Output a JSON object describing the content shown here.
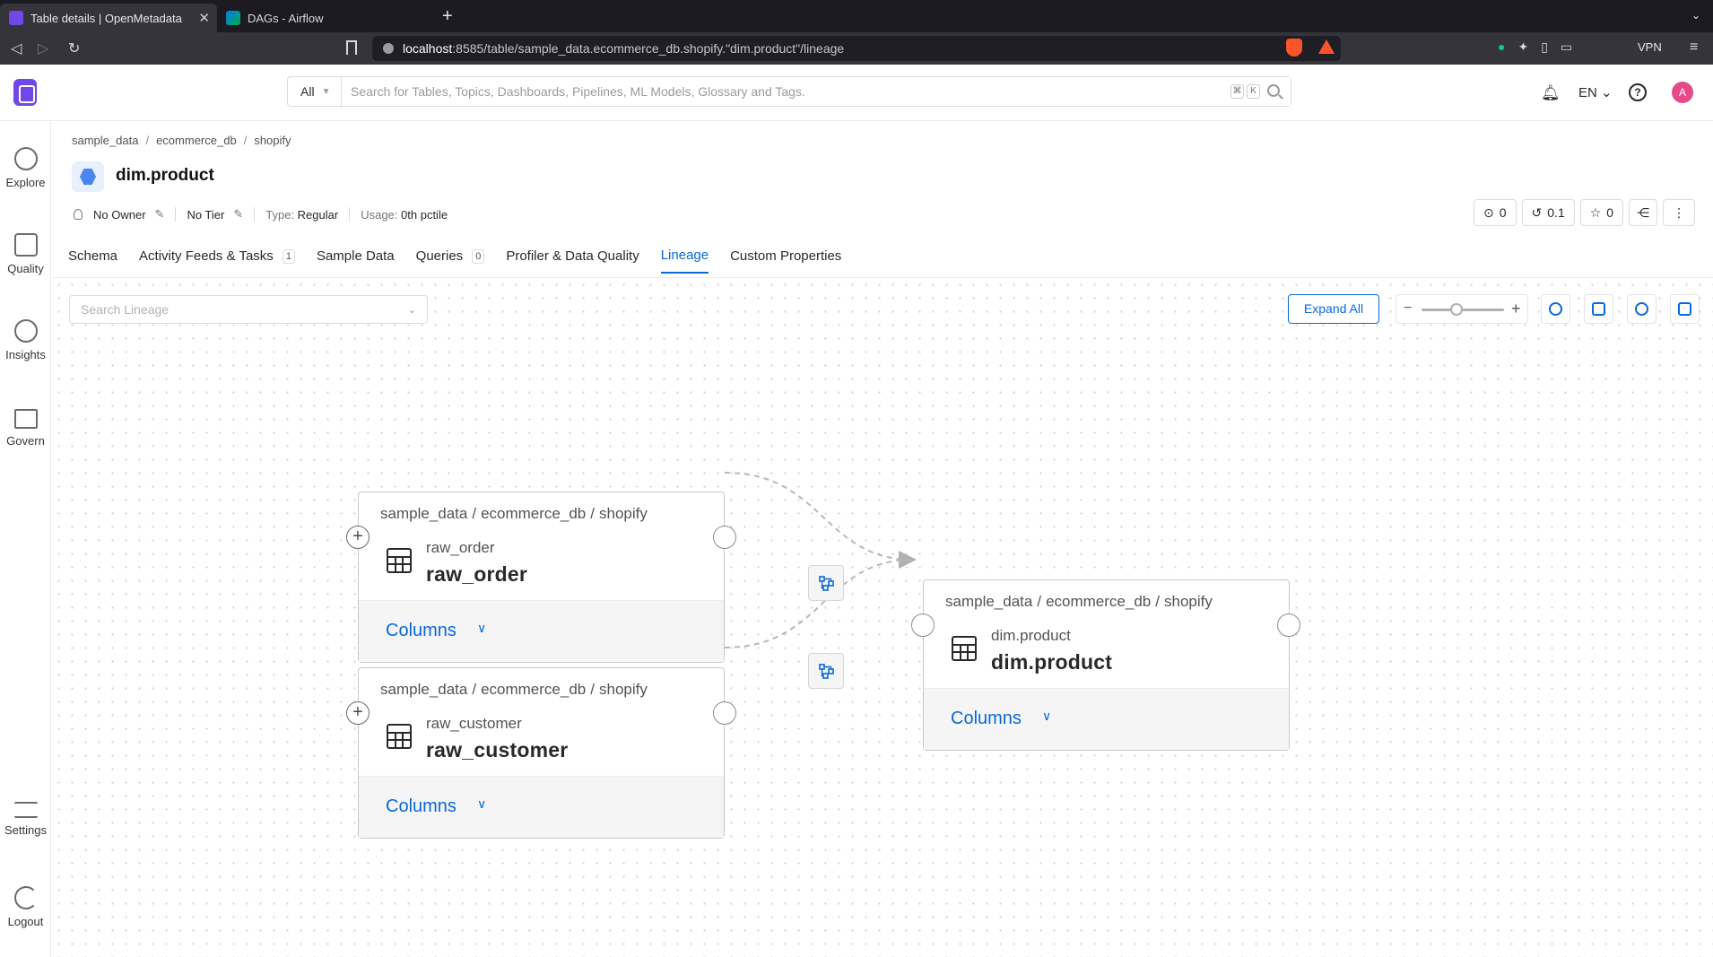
{
  "browser": {
    "tabs": [
      {
        "title": "Table details | OpenMetadata",
        "active": true
      },
      {
        "title": "DAGs - Airflow",
        "active": false
      }
    ],
    "url_host": "localhost",
    "url_rest": ":8585/table/sample_data.ecommerce_db.shopify.\"dim.product\"/lineage",
    "vpn_label": "VPN"
  },
  "header": {
    "search_filter": "All",
    "search_placeholder": "Search for Tables, Topics, Dashboards, Pipelines, ML Models, Glossary and Tags.",
    "shortcut_keys": [
      "⌘",
      "K"
    ],
    "language": "EN",
    "avatar_initial": "A"
  },
  "leftnav": {
    "items": [
      {
        "label": "Explore",
        "icon": "explore-icon"
      },
      {
        "label": "Quality",
        "icon": "quality-icon"
      },
      {
        "label": "Insights",
        "icon": "insights-icon"
      },
      {
        "label": "Govern",
        "icon": "govern-icon"
      },
      {
        "label": "Settings",
        "icon": "settings-icon"
      },
      {
        "label": "Logout",
        "icon": "logout-icon"
      }
    ]
  },
  "entity": {
    "breadcrumb": [
      "sample_data",
      "ecommerce_db",
      "shopify"
    ],
    "title": "dim.product",
    "owner": "No Owner",
    "tier": "No Tier",
    "type_label": "Type:",
    "type_value": "Regular",
    "usage_label": "Usage:",
    "usage_value": "0th pctile",
    "actions": {
      "tasks": "0",
      "version": "0.1",
      "stars": "0"
    }
  },
  "tabs": [
    {
      "label": "Schema",
      "count": null
    },
    {
      "label": "Activity Feeds & Tasks",
      "count": "1"
    },
    {
      "label": "Sample Data",
      "count": null
    },
    {
      "label": "Queries",
      "count": "0"
    },
    {
      "label": "Profiler & Data Quality",
      "count": null
    },
    {
      "label": "Lineage",
      "count": null,
      "active": true
    },
    {
      "label": "Custom Properties",
      "count": null
    }
  ],
  "lineage": {
    "search_placeholder": "Search Lineage",
    "expand_all": "Expand All",
    "zoom_fraction": 0.42,
    "nodes": [
      {
        "path": [
          "sample_data",
          "ecommerce_db",
          "shopify"
        ],
        "sub": "raw_order",
        "name": "raw_order",
        "columns_label": "Columns"
      },
      {
        "path": [
          "sample_data",
          "ecommerce_db",
          "shopify"
        ],
        "sub": "raw_customer",
        "name": "raw_customer",
        "columns_label": "Columns"
      },
      {
        "path": [
          "sample_data",
          "ecommerce_db",
          "shopify"
        ],
        "sub": "dim.product",
        "name": "dim.product",
        "columns_label": "Columns"
      }
    ]
  },
  "colors": {
    "accent": "#0968da",
    "brand": "#7147e8"
  }
}
